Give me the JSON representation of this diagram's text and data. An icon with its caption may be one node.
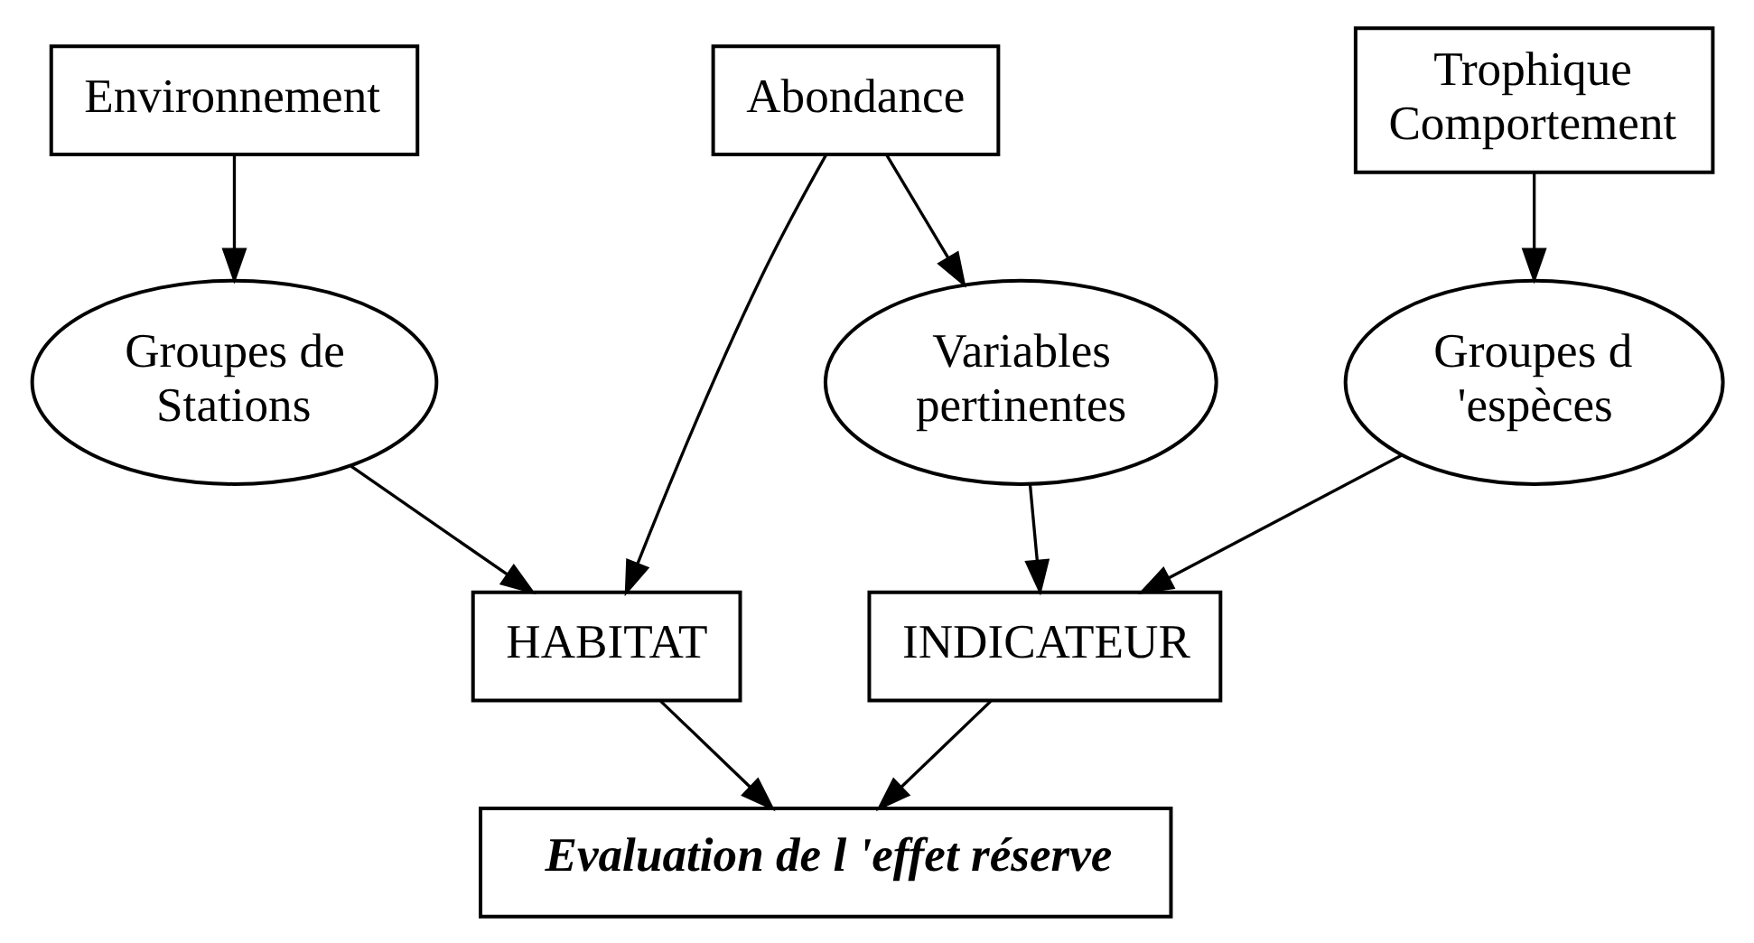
{
  "diagram": {
    "nodes": [
      {
        "text": [
          "Environnement"
        ]
      },
      {
        "text": [
          "Abondance"
        ]
      },
      {
        "text": [
          "Trophique Comportement"
        ]
      },
      {
        "text": [
          "Groupes de Stations"
        ]
      },
      {
        "text": [
          "Variables pertinentes"
        ]
      },
      {
        "text": [
          "Groupes d 'espèces"
        ]
      },
      {
        "text": [
          "HABITAT"
        ]
      },
      {
        "text": [
          "INDICATEUR"
        ]
      },
      {
        "text": [
          "Evaluation de l 'effet réserve"
        ]
      }
    ],
    "edges": [
      {
        "from": 0,
        "to": 3,
        "arrow": "to"
      },
      {
        "from": 1,
        "to": 6,
        "arrow": "to"
      },
      {
        "from": 1,
        "to": 4,
        "arrow": "to"
      },
      {
        "from": 2,
        "to": 5,
        "arrow": "to"
      },
      {
        "from": 3,
        "to": 6,
        "arrow": "to"
      },
      {
        "from": 4,
        "to": 7,
        "arrow": "to"
      },
      {
        "from": 5,
        "to": 7,
        "arrow": "to"
      },
      {
        "from": 6,
        "to": 8,
        "arrow": "to"
      },
      {
        "from": 7,
        "to": 8,
        "arrow": "to"
      }
    ]
  }
}
